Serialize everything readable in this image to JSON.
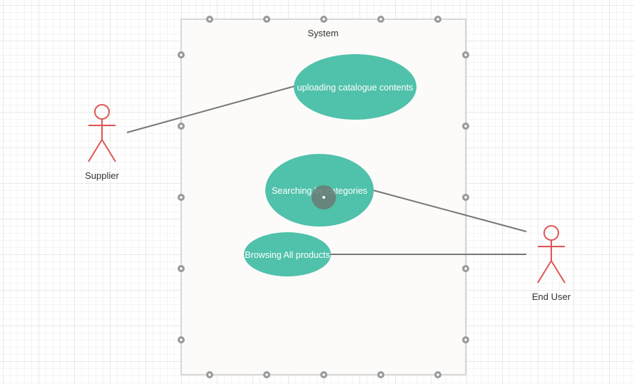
{
  "diagram": {
    "system_label": "System",
    "use_cases": [
      {
        "id": "uploading",
        "label": "uploading catalogue contents"
      },
      {
        "id": "searching",
        "label": "Searching by categories"
      },
      {
        "id": "browsing",
        "label": "Browsing All products"
      }
    ],
    "actors": [
      {
        "id": "supplier",
        "label": "Supplier"
      },
      {
        "id": "end-user",
        "label": "End User"
      }
    ],
    "associations": [
      {
        "from": "supplier",
        "to": "uploading"
      },
      {
        "from": "end-user",
        "to": "searching"
      },
      {
        "from": "end-user",
        "to": "browsing"
      }
    ]
  },
  "colors": {
    "use_case_fill": "#50c1aa",
    "actor_stroke": "#e05555",
    "line": "#777777",
    "system_border": "#cccccc",
    "system_fill": "#fcfbfa",
    "handle": "#9a9a9a"
  }
}
